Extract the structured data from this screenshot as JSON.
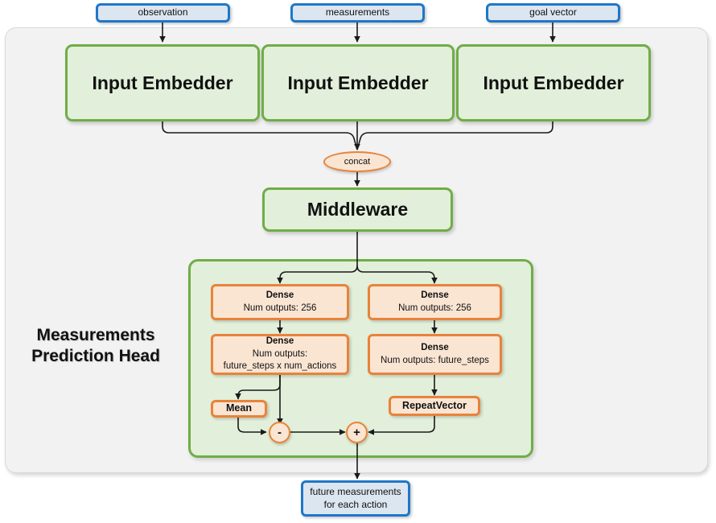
{
  "diagram": {
    "title": "Measurements Prediction Head",
    "group_label": "Measurements\nPrediction Head",
    "group_label_line1": "Measurements",
    "group_label_line2": "Prediction Head"
  },
  "colors": {
    "canvas": "#FFFFFF",
    "outer_panel_fill": "#F2F2F2",
    "outer_panel_border": "#D9D9D9",
    "green_fill": "#E2EFDA",
    "green_border": "#70AD47",
    "blue_fill": "#DCE6F1",
    "blue_border": "#1F77C9",
    "orange_fill": "#FAE5D3",
    "orange_border": "#E8833A",
    "edge": "#1A1A1A",
    "text": "#111111"
  },
  "inputs": [
    {
      "id": "observation",
      "label": "observation"
    },
    {
      "id": "measurements",
      "label": "measurements"
    },
    {
      "id": "goal_vector",
      "label": "goal vector"
    }
  ],
  "embedders": [
    {
      "id": "embedder_1",
      "label": "Input Embedder"
    },
    {
      "id": "embedder_2",
      "label": "Input Embedder"
    },
    {
      "id": "embedder_3",
      "label": "Input Embedder"
    }
  ],
  "concat": {
    "label": "concat"
  },
  "middleware": {
    "label": "Middleware"
  },
  "head": {
    "left_branch": [
      {
        "id": "dense_l1",
        "title": "Dense",
        "sub1": "Num outputs: 256",
        "sub2": ""
      },
      {
        "id": "dense_l2",
        "title": "Dense",
        "sub1": "Num outputs:",
        "sub2": "future_steps x num_actions"
      },
      {
        "id": "mean",
        "title": "Mean",
        "sub1": "",
        "sub2": ""
      }
    ],
    "right_branch": [
      {
        "id": "dense_r1",
        "title": "Dense",
        "sub1": "Num outputs: 256",
        "sub2": ""
      },
      {
        "id": "dense_r2",
        "title": "Dense",
        "sub1": "Num outputs: future_steps",
        "sub2": ""
      },
      {
        "id": "repeat_vector",
        "title": "RepeatVector",
        "sub1": "",
        "sub2": ""
      }
    ],
    "operators": [
      {
        "id": "subtract",
        "label": "-",
        "name": "subtract"
      },
      {
        "id": "add",
        "label": "+",
        "name": "add"
      }
    ]
  },
  "output": {
    "line1": "future measurements",
    "line2": "for each action"
  }
}
